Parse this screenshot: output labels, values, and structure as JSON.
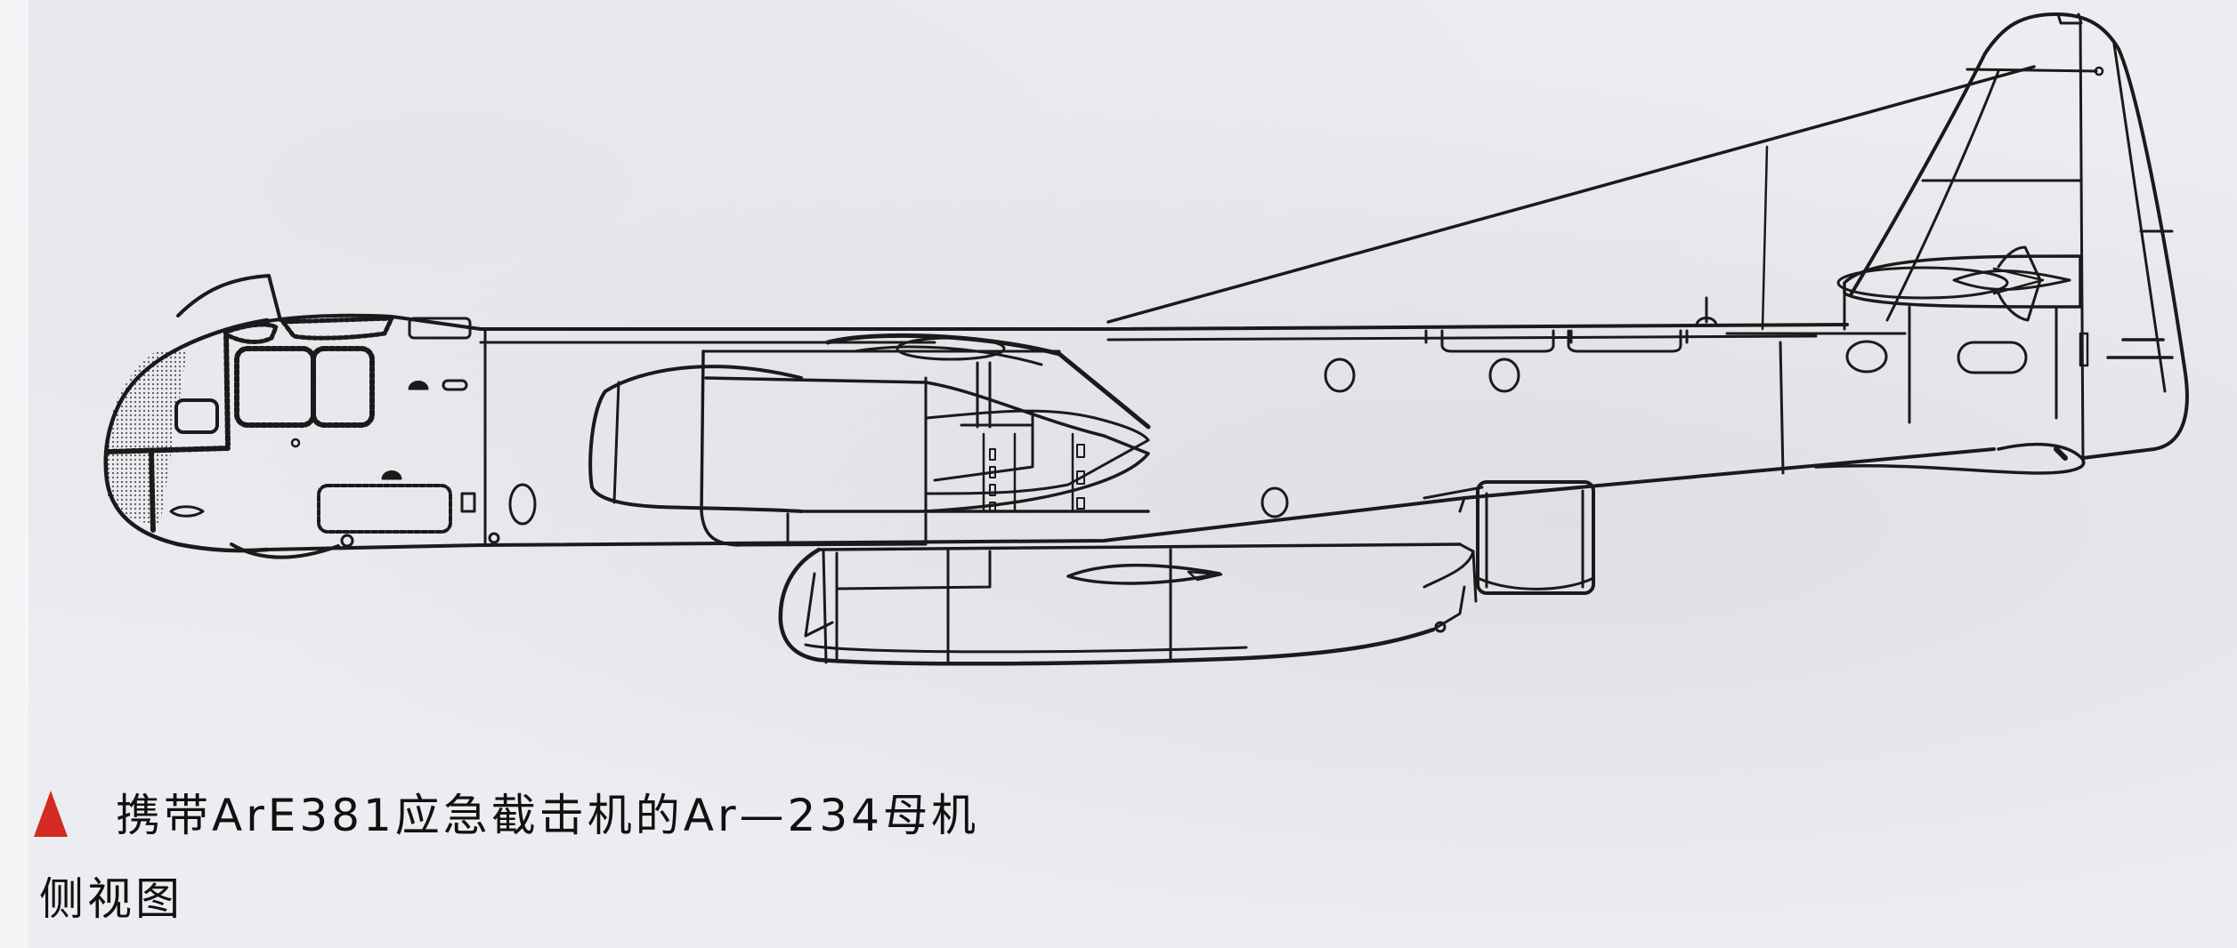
{
  "page": {
    "background_color": "#ecedf1",
    "ink_color": "#1a1a1a"
  },
  "figure": {
    "subject": "Ar-234 mother aircraft carrying ArE381 emergency interceptor",
    "view": "side view line drawing",
    "components": [
      "glazed-nose-cockpit",
      "fuselage",
      "jet-engine-nacelle",
      "arE381-parasite-interceptor",
      "wing-root",
      "horizontal-stabilizer",
      "vertical-tail-fin",
      "rudder",
      "tail-skid"
    ]
  },
  "caption": {
    "marker_icon": "red-triangle-icon",
    "marker_color": "#d42a22",
    "line1": "携带ArE381应急截击机的Ar—234母机",
    "line2": "侧视图"
  }
}
